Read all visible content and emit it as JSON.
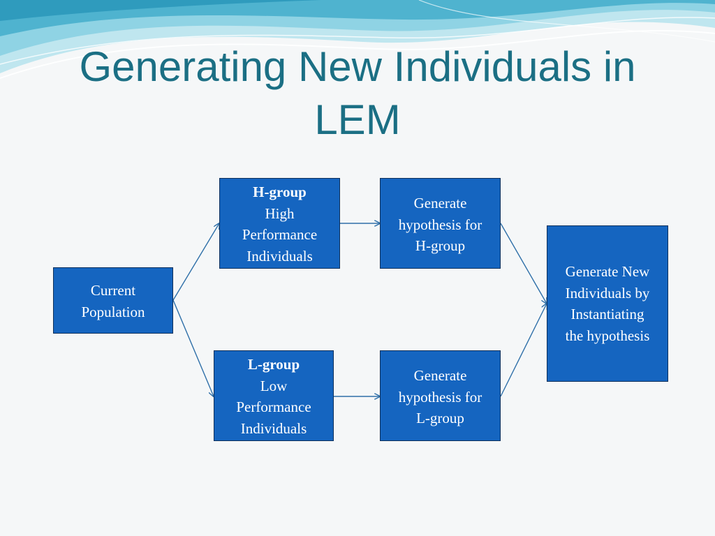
{
  "title": {
    "line1": "Generating New Individuals in",
    "line2": "LEM"
  },
  "boxes": {
    "current_population": {
      "line1": "Current",
      "line2": "Population"
    },
    "h_group": {
      "heading": "H-group",
      "line1": "High",
      "line2": "Performance",
      "line3": "Individuals"
    },
    "l_group": {
      "heading": "L-group",
      "line1": "Low",
      "line2": "Performance",
      "line3": "Individuals"
    },
    "gen_h": {
      "line1": "Generate",
      "line2": "hypothesis for",
      "line3": "H-group"
    },
    "gen_l": {
      "line1": "Generate",
      "line2": "hypothesis for",
      "line3": "L-group"
    },
    "gen_new": {
      "line1": "Generate New",
      "line2": "Individuals by",
      "line3": "Instantiating",
      "line4": "the hypothesis"
    }
  },
  "colors": {
    "title": "#1b6f84",
    "box_fill": "#1565c0",
    "box_border": "#0d2f5a",
    "arrow": "#2e6fa8"
  }
}
